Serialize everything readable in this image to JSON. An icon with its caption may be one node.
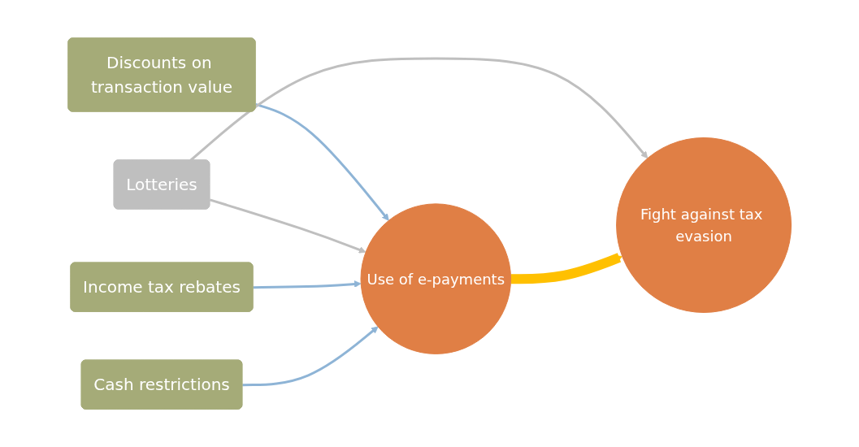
{
  "diagram": {
    "nodes": [
      {
        "text": [
          "Discounts on transaction value"
        ]
      },
      {
        "text": [
          "Lotteries"
        ]
      },
      {
        "text": [
          "Income tax rebates"
        ]
      },
      {
        "text": [
          "Use of e-payments"
        ]
      },
      {
        "text": [
          "Fight against tax evasion"
        ]
      },
      {
        "text": [
          "Cash restrictions"
        ]
      }
    ],
    "edges": [
      {
        "from": 0,
        "to": 3,
        "arrow": "to"
      },
      {
        "from": 1,
        "to": 3,
        "arrow": "to",
        "color": "#bfbfbf"
      },
      {
        "from": 1,
        "to": 4,
        "arrow": "to",
        "color": "#bfbfbf"
      },
      {
        "from": 2,
        "to": 3,
        "arrow": "to"
      },
      {
        "from": 5,
        "to": 3,
        "arrow": "to"
      },
      {
        "from": 3,
        "to": 4,
        "arrow": "to",
        "style": "thick",
        "color": "#ffc000"
      }
    ]
  }
}
